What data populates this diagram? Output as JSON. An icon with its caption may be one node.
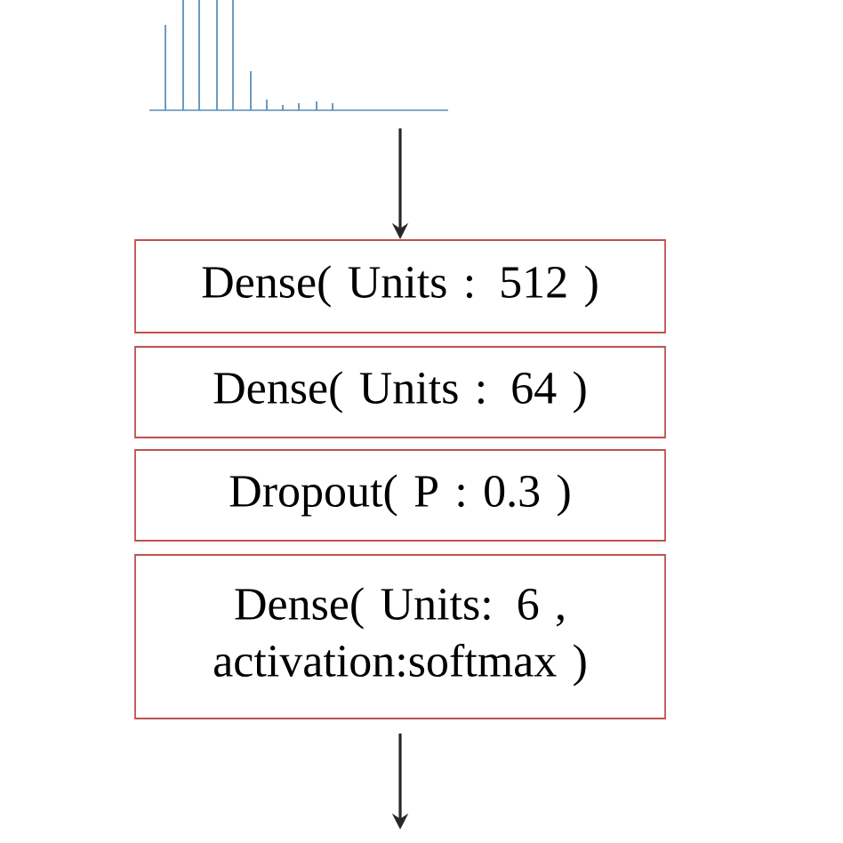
{
  "diagram": {
    "nodes": [
      {
        "text": [],
        "shape": "picture"
      },
      {
        "text": [
          "Dense( Units : 512 )"
        ]
      },
      {
        "text": [
          "Dense( Units : 64 )"
        ]
      },
      {
        "text": [
          "Dropout( P : 0.3 )"
        ]
      },
      {
        "text": [
          "Dense( Units: 6 , activation:softmax )"
        ]
      }
    ],
    "edges": [
      {
        "from": 0,
        "to": 1,
        "arrow": "to"
      },
      {
        "from": 4,
        "to": null,
        "arrow": "to"
      }
    ]
  }
}
